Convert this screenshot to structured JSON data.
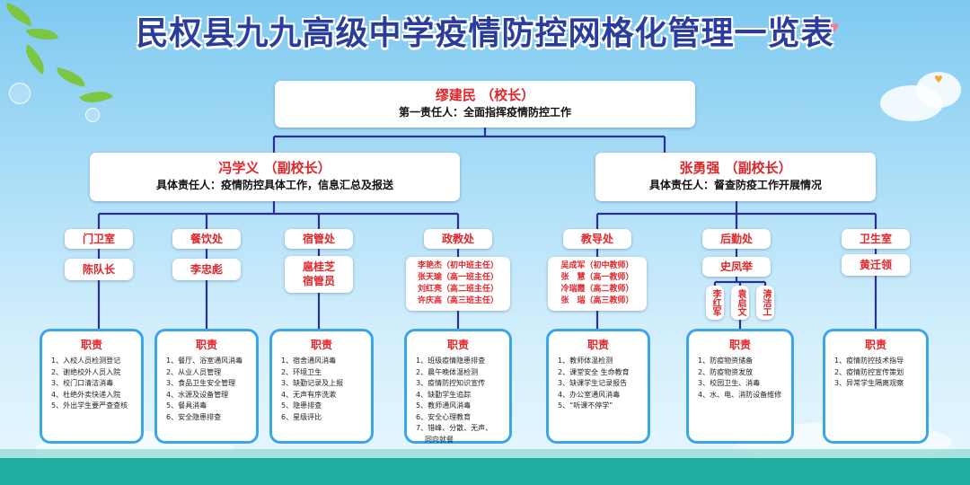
{
  "title": "民权县九九高级中学疫情防控网格化管理一览表",
  "principal": {
    "name": "缪建民 （校长）",
    "duty": "第一责任人：全面指挥疫情防控工作"
  },
  "vice": [
    {
      "name": "冯学义 （副校长）",
      "duty": "具体责任人：疫情防控具体工作，信息汇总及报送"
    },
    {
      "name": "张勇强 （副校长）",
      "duty": "具体责任人：督查防疫工作开展情况"
    }
  ],
  "depts": [
    {
      "name": "门卫室",
      "person": "陈队长"
    },
    {
      "name": "餐饮处",
      "person": "李忠彪"
    },
    {
      "name": "宿管处",
      "person_lines": [
        "扈桂芝",
        "宿管员"
      ]
    },
    {
      "name": "政教处",
      "staff": [
        "李艳杰（初中班主任）",
        "张天瑜（高一班主任）",
        "刘红亮（高二班主任）",
        "许庆高（高三班主任）"
      ]
    },
    {
      "name": "教导处",
      "staff": [
        "吴成军（初中教师）",
        "张　慧（高一教师）",
        "冷瑞霞（高二教师）",
        "张　瑞（高三教师）"
      ]
    },
    {
      "name": "后勤处",
      "person": "史凤举",
      "sub": [
        "李红军",
        "袁启文",
        "清洁工"
      ]
    },
    {
      "name": "卫生室",
      "person": "黄迁领"
    }
  ],
  "duty_title": "职责",
  "duties": [
    [
      "1、入校人员检测登记",
      "2、谢绝校外人员入院",
      "3、校门口清洁消毒",
      "4、杜绝外卖快递入院",
      "5、外出学生要严查查核"
    ],
    [
      "1、餐厅、浴室通风消毒",
      "2、从业人员管理",
      "3、食品卫生安全管理",
      "4、水源及设备管理",
      "5、餐具消毒",
      "6、安全隐患排查"
    ],
    [
      "1、宿舍通风消毒",
      "2、环境卫生",
      "3、缺勤记录及上报",
      "4、无声有序洗漱",
      "5、隐患排查",
      "6、星级评比"
    ],
    [
      "1、班级疫情隐患排查",
      "2、晨午晚体温检测",
      "3、疫情防控知识宣传",
      "4、缺勤学生追踪",
      "5、教师通风消毒",
      "6、安全心理教育",
      "7、错峰、分散、无声、",
      "同向就餐"
    ],
    [
      "1、教师体温检测",
      "2、课堂安全 生命教育",
      "3、缺课学生记录报告",
      "4、办公室通风消毒",
      "5、“听课不停学”"
    ],
    [
      "1、防疫物资储备",
      "2、防疫物资发放",
      "3、校园卫生、消毒",
      "4、水、电、消防设备维修"
    ],
    [
      "1、疫情防控技术指导",
      "2、疫情防控宣传策划",
      "3、异常学生隔离观察"
    ]
  ],
  "colors": {
    "title": "#2a3d9c",
    "red": "#e0262a",
    "line": "#2b2f8f",
    "duty_border": "#3aa6e8",
    "band": "#1fae9f"
  }
}
